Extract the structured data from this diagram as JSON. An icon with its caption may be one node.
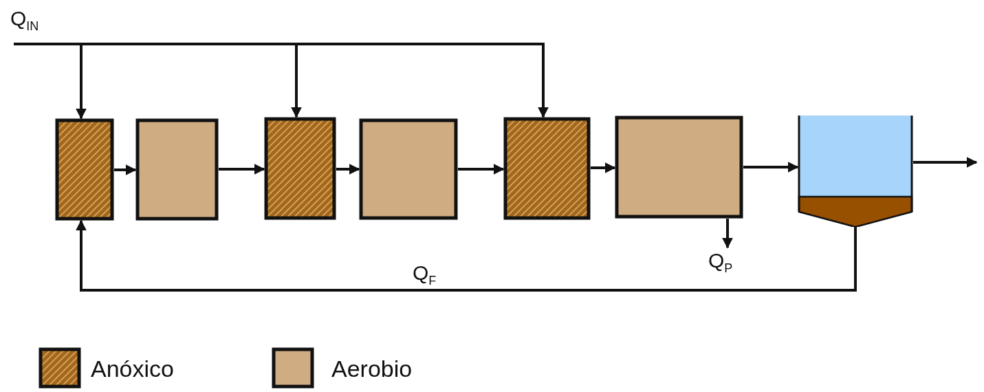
{
  "diagram": {
    "nodes": [
      {
        "text": [],
        "shape": "box"
      },
      {
        "text": [],
        "shape": "box"
      },
      {
        "text": [],
        "shape": "box"
      },
      {
        "text": [],
        "shape": "box"
      },
      {
        "text": [],
        "shape": "box"
      },
      {
        "text": [],
        "shape": "box"
      },
      {
        "text": [],
        "shape": "tank"
      },
      {
        "text": [
          "Q$_{P}$"
        ]
      }
    ],
    "edges": [
      {
        "from": null,
        "to": 0,
        "arrow": "to"
      },
      {
        "from": null,
        "to": 2,
        "arrow": "to"
      },
      {
        "from": null,
        "to": 4,
        "arrow": "to"
      },
      {
        "from": 0,
        "to": 1,
        "arrow": "to"
      },
      {
        "from": 1,
        "to": 2,
        "arrow": "to"
      },
      {
        "from": 2,
        "to": 3,
        "arrow": "to"
      },
      {
        "from": 3,
        "to": 4,
        "arrow": "to"
      },
      {
        "from": 4,
        "to": 5,
        "arrow": "to"
      },
      {
        "from": 5,
        "to": 6,
        "arrow": "to"
      },
      {
        "from": 6,
        "to": null,
        "arrow": "to"
      },
      {
        "from": 5,
        "to": 7,
        "arrow": "to"
      },
      {
        "from": 6,
        "to": 0,
        "arrow": "to",
        "label": "Q$_{F}$"
      }
    ],
    "labels": [
      "Q$_{IN}$"
    ],
    "legend": [
      {
        "text": "Anóxico",
        "color": "#a0671f"
      },
      {
        "text": "Aerobio",
        "color": "#cfac82"
      }
    ]
  }
}
